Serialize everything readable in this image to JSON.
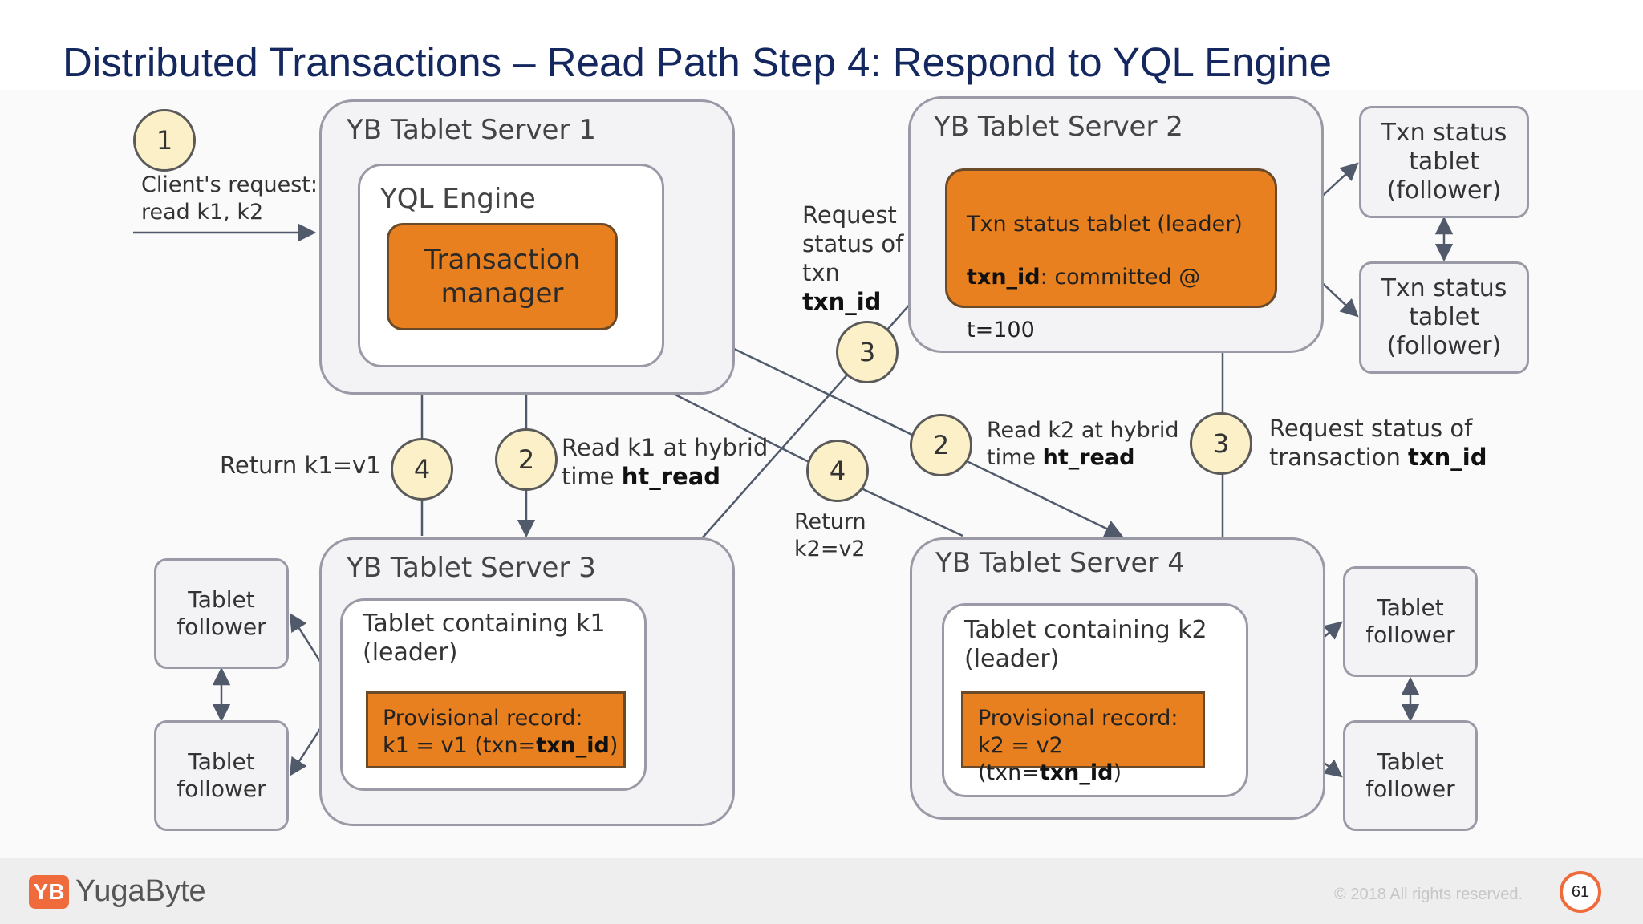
{
  "title": "Distributed Transactions – Read Path Step 4: Respond to YQL Engine",
  "servers": {
    "s1": "YB Tablet Server 1",
    "s2": "YB Tablet Server 2",
    "s3": "YB Tablet Server 3",
    "s4": "YB Tablet Server 4"
  },
  "yql_engine": "YQL Engine",
  "txn_manager": [
    "Transaction",
    "manager"
  ],
  "txn_status_leader": {
    "title": "Txn status tablet (leader)",
    "id_label": "txn_id",
    "status": ": committed @ t=100"
  },
  "txn_followers": [
    [
      "Txn status",
      "tablet",
      "(follower)"
    ],
    [
      "Txn status",
      "tablet",
      "(follower)"
    ]
  ],
  "tablet_k1": {
    "line1": "Tablet containing k1",
    "line2": "(leader)"
  },
  "tablet_k2": {
    "line1": "Tablet containing k2",
    "line2": "(leader)"
  },
  "prov_k1": {
    "line1": "Provisional record:",
    "pre": "k1 = v1 (txn=",
    "bold": "txn_id",
    "post": ")"
  },
  "prov_k2": {
    "line1": "Provisional record:",
    "pre": "k2 = v2 (txn=",
    "bold": "txn_id",
    "post": ")"
  },
  "tablet_followers": [
    [
      "Tablet",
      "follower"
    ],
    [
      "Tablet",
      "follower"
    ],
    [
      "Tablet",
      "follower"
    ],
    [
      "Tablet",
      "follower"
    ]
  ],
  "steps": {
    "c1": "1",
    "c2a": "2",
    "c2b": "2",
    "c3a": "3",
    "c3b": "3",
    "c4a": "4",
    "c4b": "4"
  },
  "annotations": {
    "client": [
      "Client's request:",
      "read k1, k2"
    ],
    "return_k1": "Return k1=v1",
    "read_k1": {
      "line1": "Read k1 at hybrid",
      "pre": "time ",
      "bold": "ht_read"
    },
    "read_k2": {
      "line1": "Read k2 at hybrid",
      "pre": "time ",
      "bold": "ht_read"
    },
    "req_status_txn": {
      "lines": [
        "Request",
        "status of",
        "txn"
      ],
      "bold": "txn_id"
    },
    "return_k2": [
      "Return",
      "k2=v2"
    ],
    "req_status_transaction": {
      "line1": "Request status of",
      "pre": "transaction ",
      "bold": "txn_id"
    }
  },
  "footer": {
    "logo_mark": "YB",
    "logo_text": "YugaByte",
    "copyright": "© 2018 All rights reserved.",
    "page": "61"
  },
  "colors": {
    "accent_orange": "#e8801f",
    "title_navy": "#14285f",
    "step_fill": "#fbf0c8"
  }
}
